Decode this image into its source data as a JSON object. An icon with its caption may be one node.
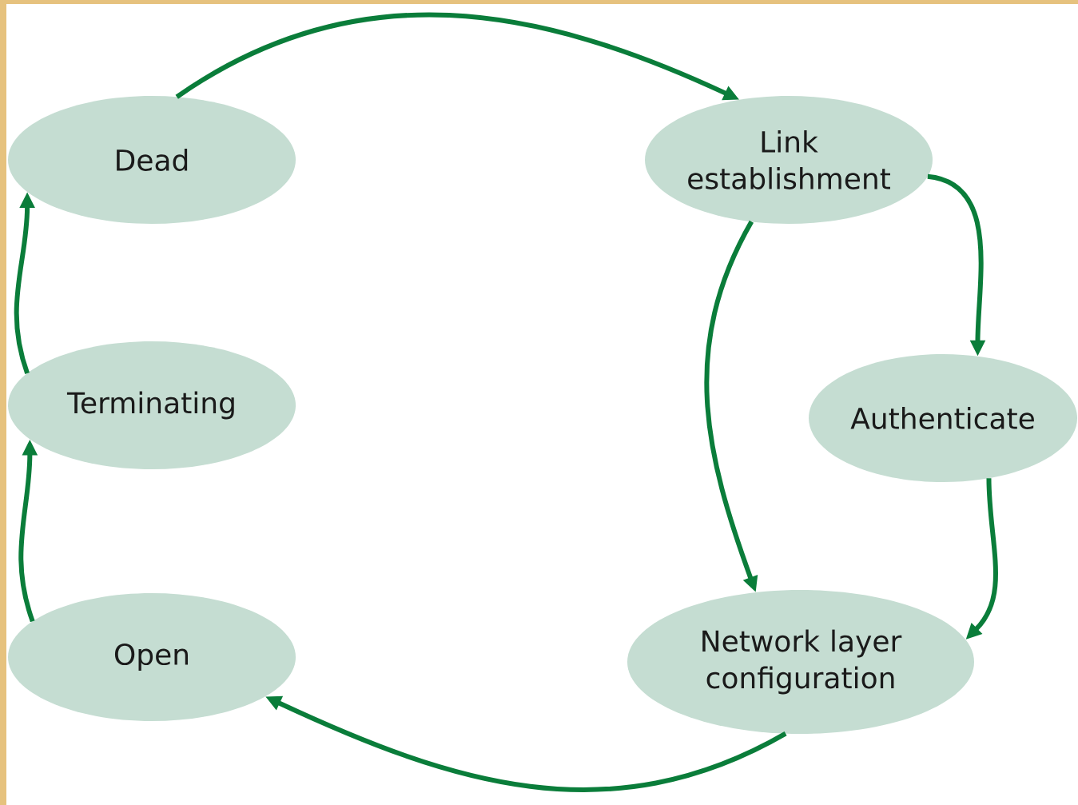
{
  "diagram": {
    "nodes": [
      {
        "text": [
          "Dead"
        ]
      },
      {
        "text": [
          "Link establishment"
        ]
      },
      {
        "text": [
          "Authenticate"
        ]
      },
      {
        "text": [
          "Network layer configuration"
        ]
      },
      {
        "text": [
          "Open"
        ]
      },
      {
        "text": [
          "Terminating"
        ]
      }
    ],
    "edges": [
      {
        "from": 0,
        "to": 1,
        "arrow": "to"
      },
      {
        "from": 1,
        "to": 2,
        "arrow": "to"
      },
      {
        "from": 1,
        "to": 3,
        "arrow": "to"
      },
      {
        "from": 2,
        "to": 3,
        "arrow": "to"
      },
      {
        "from": 3,
        "to": 4,
        "arrow": "to"
      },
      {
        "from": 4,
        "to": 5,
        "arrow": "to"
      },
      {
        "from": 5,
        "to": 0,
        "arrow": "to"
      }
    ]
  }
}
